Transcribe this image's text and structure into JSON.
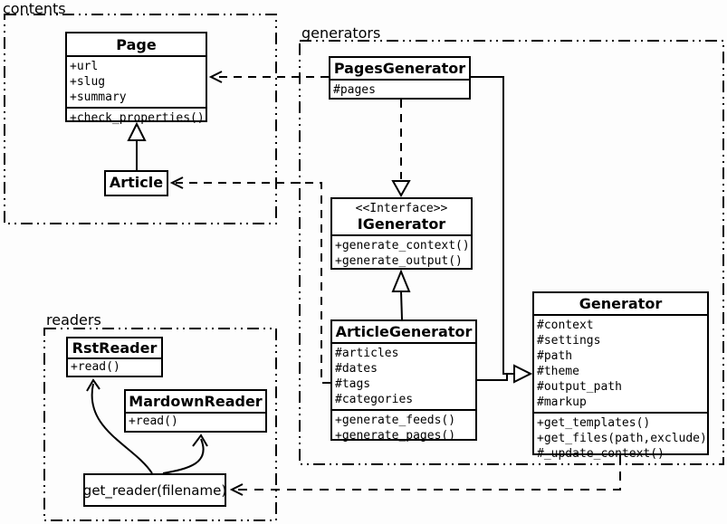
{
  "diagram_type": "uml-class-diagram",
  "packages": {
    "contents": {
      "label": "contents"
    },
    "generators": {
      "label": "generators"
    },
    "readers": {
      "label": "readers"
    }
  },
  "classes": {
    "page": {
      "name": "Page",
      "attrs": [
        "+url",
        "+slug",
        "+summary"
      ],
      "methods": [
        "+check_properties()"
      ]
    },
    "article": {
      "name": "Article"
    },
    "pages_generator": {
      "name": "PagesGenerator",
      "attrs": [
        "#pages"
      ]
    },
    "igenerator": {
      "stereotype": "<<Interface>>",
      "name": "IGenerator",
      "methods": [
        "+generate_context()",
        "+generate_output()"
      ]
    },
    "article_generator": {
      "name": "ArticleGenerator",
      "attrs": [
        "#articles",
        "#dates",
        "#tags",
        "#categories"
      ],
      "methods": [
        "+generate_feeds()",
        "+generate_pages()"
      ]
    },
    "generator": {
      "name": "Generator",
      "attrs": [
        "#context",
        "#settings",
        "#path",
        "#theme",
        "#output_path",
        "#markup"
      ],
      "methods": [
        "+get_templates()",
        "+get_files(path,exclude)",
        "#_update_context()"
      ]
    },
    "rst_reader": {
      "name": "RstReader",
      "methods": [
        "+read()"
      ]
    },
    "mardown_reader": {
      "name": "MardownReader",
      "methods": [
        "+read()"
      ]
    },
    "get_reader": {
      "label": "get_reader(filename)"
    }
  },
  "relationships": [
    {
      "from": "Article",
      "to": "Page",
      "type": "inheritance"
    },
    {
      "from": "PagesGenerator",
      "to": "Page",
      "type": "dependency"
    },
    {
      "from": "ArticleGenerator",
      "to": "Article",
      "type": "dependency"
    },
    {
      "from": "PagesGenerator",
      "to": "IGenerator",
      "type": "realization"
    },
    {
      "from": "ArticleGenerator",
      "to": "IGenerator",
      "type": "realization"
    },
    {
      "from": "PagesGenerator",
      "to": "Generator",
      "type": "inheritance"
    },
    {
      "from": "ArticleGenerator",
      "to": "Generator",
      "type": "inheritance"
    },
    {
      "from": "Generator",
      "to": "get_reader(filename)",
      "type": "dependency"
    },
    {
      "from": "get_reader(filename)",
      "to": "RstReader",
      "type": "arrow"
    },
    {
      "from": "get_reader(filename)",
      "to": "MardownReader",
      "type": "arrow"
    }
  ],
  "colors": {
    "line": "#000000",
    "box_fill": "#ffffff",
    "background": "#fdfdfd"
  }
}
